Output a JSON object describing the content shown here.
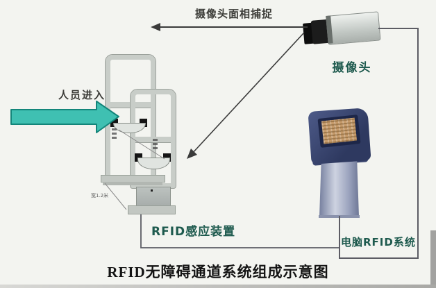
{
  "diagram": {
    "title": "RFID无障碍通道系统组成示意图",
    "top_arrow_label": "摄像头面相捕捉",
    "camera_label": "摄像头",
    "entry_label": "人员进入",
    "gate_label": "RFID感应装置",
    "gate_width_note": "宽1.2米",
    "kiosk_label": "电脑RFID系统"
  },
  "colors": {
    "background": "#f3f4f0",
    "label_green": "#1e5a4e",
    "text_dark": "#3c3c38",
    "line": "#5c5c64",
    "arrow_fill": "#3fc0b2",
    "arrow_border": "#13857a",
    "title_color": "#141414"
  }
}
